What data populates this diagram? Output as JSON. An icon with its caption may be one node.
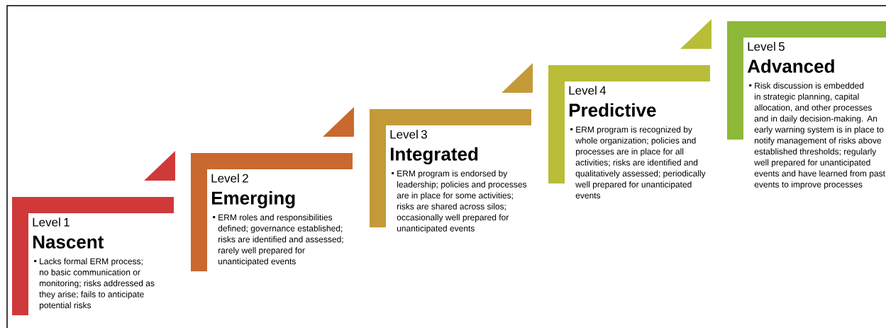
{
  "diagram": {
    "nodes": [
      {
        "text": [
          "Level 1",
          "Nascent",
          "Lacks formal ERM process; no basic communication or monitoring; risks addressed as they arise; fails to anticipate potential risks"
        ]
      },
      {
        "text": [
          "Level 2",
          "Emerging",
          "ERM roles and responsibilities defined; governance established; risks are identified and assessed; rarely well prepared for unanticipated events"
        ]
      },
      {
        "text": [
          "Level 3",
          "Integrated",
          "ERM program is endorsed by leadership; policies and processes are in place for some activities; risks are shared across silos; occasionally well prepared for unanticipated events"
        ]
      },
      {
        "text": [
          "Level 4",
          "Predictive",
          "ERM program is recognized by whole organization; policies and processes are in place for all activities; risks are identified and qualitatively assessed; periodically well prepared for unanticipated events"
        ]
      },
      {
        "text": [
          "Level 5",
          "Advanced",
          "Risk discussion is embedded in strategic planning, capital allocation, and other processes and in daily decision-making. An early warning system is in place to notify management of risks above established thresholds; regularly well prepared for unanticipated events and have learned from past events to improve processes"
        ]
      }
    ]
  }
}
